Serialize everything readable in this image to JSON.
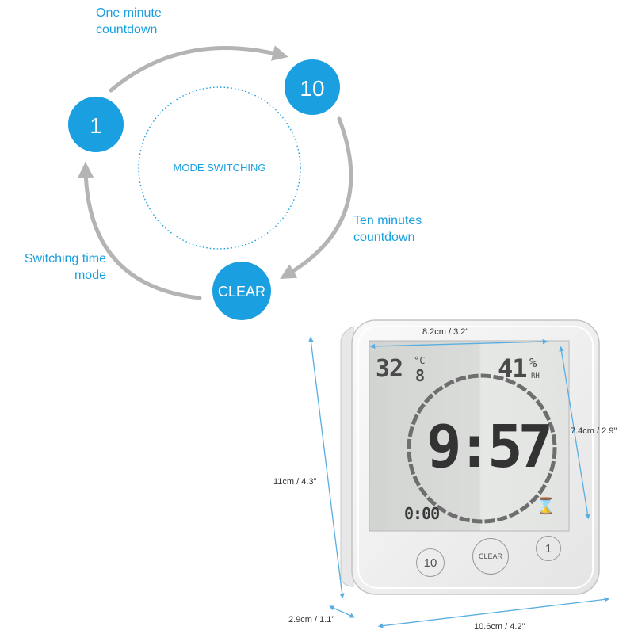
{
  "diagram": {
    "center_label": "MODE SWITCHING",
    "nodes": {
      "one": "1",
      "ten": "10",
      "clear": "CLEAR"
    },
    "annotations": {
      "one_minute": [
        "One minute",
        "countdown"
      ],
      "ten_minutes": [
        "Ten minutes",
        "countdown"
      ],
      "switching_time": [
        "Switching time",
        "mode"
      ]
    }
  },
  "clock": {
    "temperature_whole": "32",
    "temperature_decimal": "8",
    "temperature_unit": "°C",
    "humidity": "41",
    "humidity_unit": "%",
    "humidity_label": "RH",
    "time": "9:57",
    "timer": "0:00",
    "buttons": {
      "ten": "10",
      "clear": "CLEAR",
      "one": "1"
    }
  },
  "dimensions": {
    "screen_width": "8.2cm / 3.2\"",
    "screen_height": "7.4cm / 2.9\"",
    "body_height": "11cm / 4.3\"",
    "depth": "2.9cm / 1.1\"",
    "body_width": "10.6cm / 4.2\""
  },
  "colors": {
    "accent_blue": "#1a9fe0",
    "arrow_gray": "#b4b4b4",
    "dimension_line": "#5aaee0",
    "lcd_background": "#d6d8d6"
  }
}
